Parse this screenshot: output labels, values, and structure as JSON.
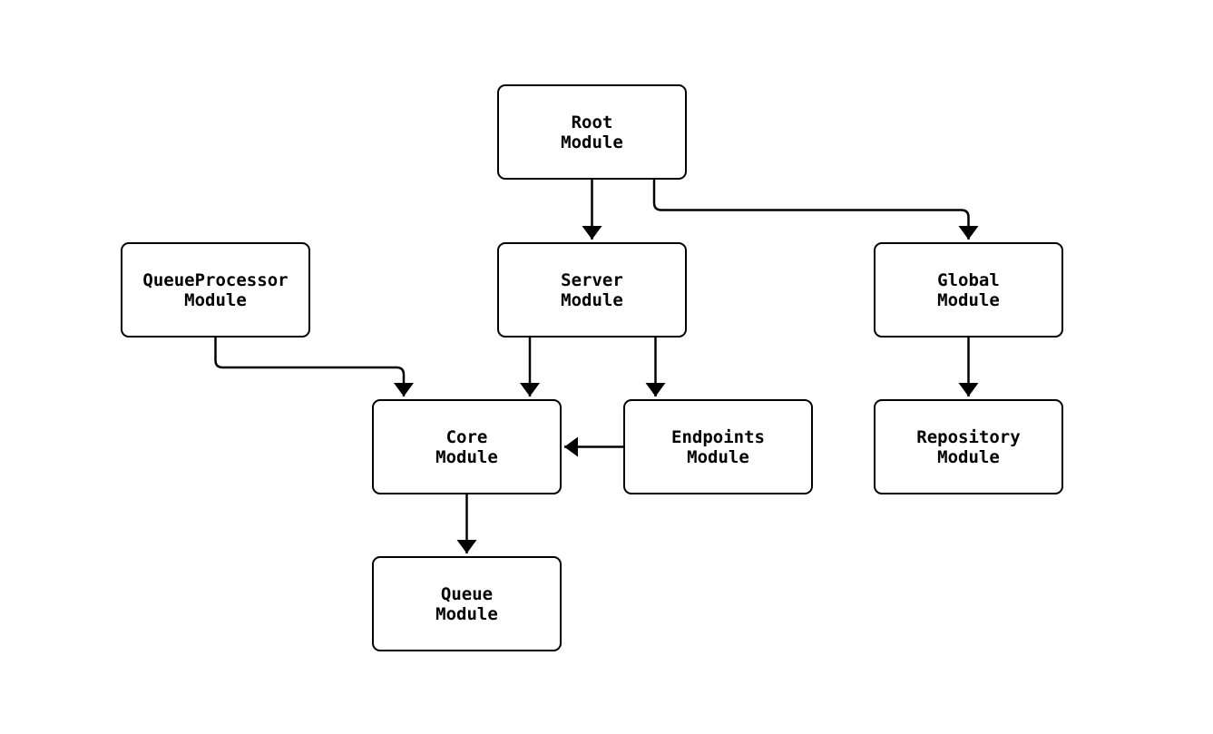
{
  "diagram": {
    "type": "module-dependency-graph",
    "colors": {
      "stroke": "#000000",
      "node_fill": "#ffffff",
      "background": "#ffffff",
      "text": "#000000"
    },
    "nodes": {
      "root": {
        "label": "Root\nModule"
      },
      "queueprocessor": {
        "label": "QueueProcessor\nModule"
      },
      "server": {
        "label": "Server\nModule"
      },
      "global": {
        "label": "Global\nModule"
      },
      "core": {
        "label": "Core\nModule"
      },
      "endpoints": {
        "label": "Endpoints\nModule"
      },
      "repository": {
        "label": "Repository\nModule"
      },
      "queue": {
        "label": "Queue\nModule"
      }
    },
    "edges": [
      {
        "from": "root",
        "to": "server"
      },
      {
        "from": "root",
        "to": "global"
      },
      {
        "from": "queueprocessor",
        "to": "core"
      },
      {
        "from": "server",
        "to": "core"
      },
      {
        "from": "server",
        "to": "endpoints"
      },
      {
        "from": "endpoints",
        "to": "core"
      },
      {
        "from": "global",
        "to": "repository"
      },
      {
        "from": "core",
        "to": "queue"
      }
    ]
  }
}
